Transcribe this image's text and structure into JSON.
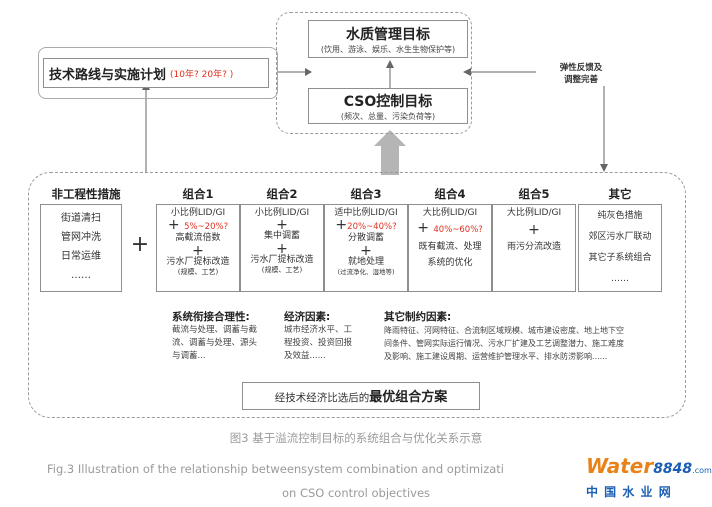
{
  "top": {
    "water_quality": {
      "title": "水质管理目标",
      "sub": "(饮用、游泳、娱乐、水生生物保护等)"
    },
    "cso": {
      "title": "CSO控制目标",
      "sub": "(频次、总量、污染负荷等)"
    }
  },
  "tech_route": {
    "title": "技术路线与实施计划",
    "years": "(10年? 20年? )"
  },
  "feedback": {
    "line1": "弹性反馈及",
    "line2": "调整完善"
  },
  "non_engineering": {
    "title": "非工程性措施",
    "items": [
      "街道清扫",
      "管网冲洗",
      "日常运维",
      "……"
    ]
  },
  "plus_sign": "+",
  "combos": [
    {
      "title": "组合1",
      "line1": "小比例LID/GI",
      "pct": "5%~20%?",
      "line2": "高截流倍数",
      "line3": "污水厂提标改造",
      "line4": "(规模、工艺)"
    },
    {
      "title": "组合2",
      "line1": "小比例LID/GI",
      "line2": "集中调蓄",
      "line3": "污水厂提标改造",
      "line4": "(规模、工艺)"
    },
    {
      "title": "组合3",
      "line1": "适中比例LID/GI",
      "pct": "20%~40%?",
      "line2": "分散调蓄",
      "line3": "就地处理",
      "line4": "(过流净化、湿地等)"
    },
    {
      "title": "组合4",
      "line1": "大比例LID/GI",
      "pct": "40%~60%?",
      "line2": "既有截流、处理",
      "line3": "系统的优化"
    },
    {
      "title": "组合5",
      "line1": "大比例LID/GI",
      "line2": "雨污分流改造"
    }
  ],
  "other": {
    "title": "其它",
    "items": [
      "纯灰色措施",
      "郊区污水厂联动",
      "其它子系统组合",
      "……"
    ]
  },
  "factors": {
    "system": {
      "title": "系统衔接合理性:",
      "lines": [
        "截流与处理、调蓄与截",
        "流、调蓄与处理、源头",
        "与调蓄..."
      ]
    },
    "economic": {
      "title": "经济因素:",
      "lines": [
        "城市经济水平、工",
        "程投资、投资回报",
        "及效益......"
      ]
    },
    "others": {
      "title": "其它制约因素:",
      "lines": [
        "降雨特征、河网特征、合流制区域规模、城市建设密度、地上地下空",
        "间条件、管网实际运行情况、污水厂扩建及工艺调整潜力、施工难度",
        "及影响、施工建设周期、运营维护管理水平、排水防涝影响......"
      ]
    }
  },
  "optimal": {
    "prefix": "经技术经济比选后的",
    "bold": "最优组合方案"
  },
  "caption": {
    "cn": "图3 基于溢流控制目标的系统组合与优化关系示意",
    "en1": "Fig.3 Illustration of the relationship betweensystem combination and optimizati",
    "en2": "on CSO control objectives"
  },
  "watermark": {
    "brand": "Water",
    "num": "8848",
    "dot": ".com",
    "cn": "中 国 水 业 网"
  },
  "colors": {
    "red": "#e03020",
    "border": "#8f8f8f",
    "arrow_fill": "#b5b5b5",
    "caption": "#9a9a9a"
  }
}
